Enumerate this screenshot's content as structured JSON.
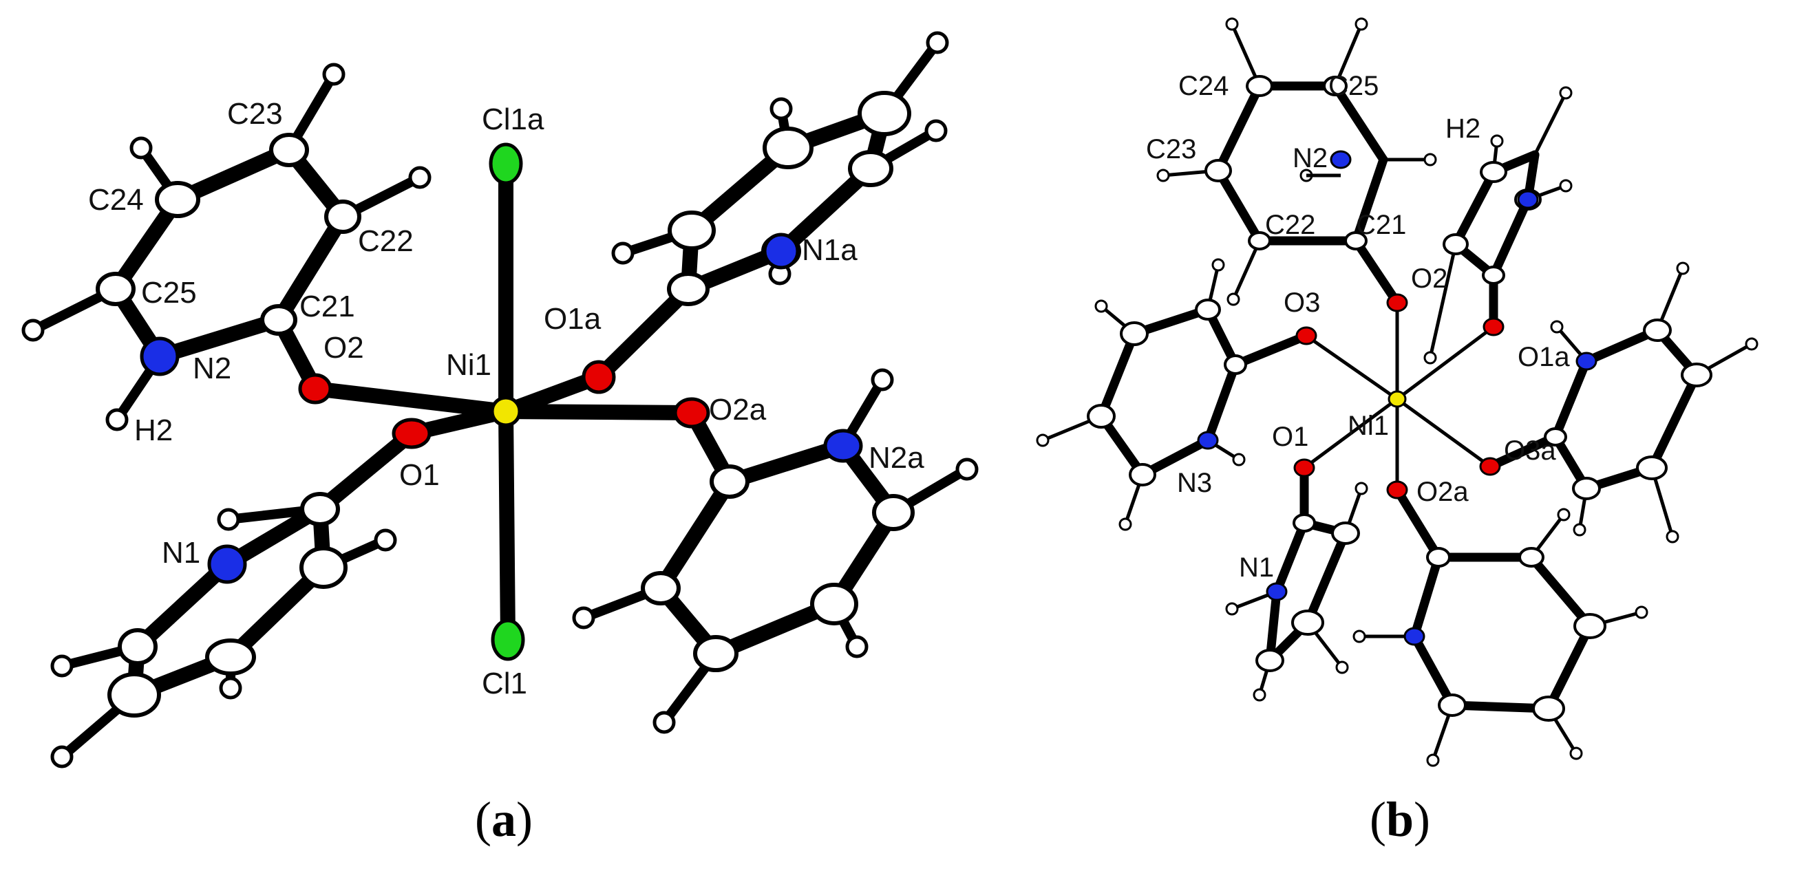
{
  "panel_a": {
    "caption_open": "(",
    "caption_letter": "a",
    "caption_close": ")",
    "labels": {
      "Ni1": "Ni1",
      "Cl1a": "Cl1a",
      "Cl1": "Cl1",
      "O1": "O1",
      "O2": "O2",
      "O1a": "O1a",
      "O2a": "O2a",
      "N1": "N1",
      "N2": "N2",
      "N1a": "N1a",
      "N2a": "N2a",
      "H2": "H2",
      "C21": "C21",
      "C22": "C22",
      "C23": "C23",
      "C24": "C24",
      "C25": "C25"
    }
  },
  "panel_b": {
    "caption_open": "(",
    "caption_letter": "b",
    "caption_close": ")",
    "labels": {
      "Ni1": "Ni1",
      "O1": "O1",
      "O2": "O2",
      "O3": "O3",
      "O1a": "O1a",
      "O2a": "O2a",
      "O3a": "O3a",
      "N1": "N1",
      "N2": "N2",
      "N3": "N3",
      "H2": "H2",
      "C21": "C21",
      "C22": "C22",
      "C23": "C23",
      "C24": "C24",
      "C25": "C25"
    }
  },
  "colors": {
    "nickel": "#f2e600",
    "oxygen": "#e60000",
    "nitrogen": "#1a2ee6",
    "chlorine": "#1fd61f",
    "carbon": "#ffffff",
    "hydrogen": "#ffffff",
    "bond": "#000000"
  }
}
